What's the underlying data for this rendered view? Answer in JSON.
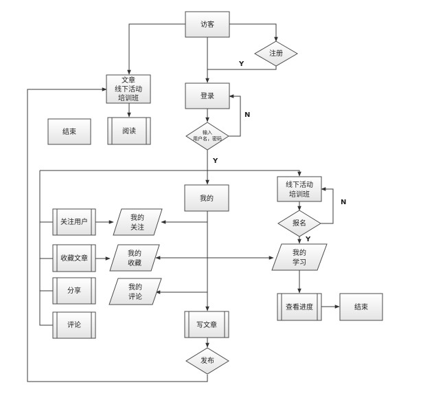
{
  "nodes": {
    "visitor": "访客",
    "register": "注册",
    "login": "登录",
    "input_line1": "输入",
    "input_line2": "用户名，密码",
    "article_line1": "文章",
    "article_line2": "线下活动",
    "article_line3": "培训班",
    "read": "阅读",
    "end_left": "结束",
    "mine": "我的",
    "offline_line1": "线下活动",
    "offline_line2": "培训班",
    "signup": "报名",
    "my_study_line1": "我的",
    "my_study_line2": "学习",
    "check_progress": "查看进度",
    "end_right": "结束",
    "follow_user": "关注用户",
    "my_follow_line1": "我的",
    "my_follow_line2": "关注",
    "collect_article": "收藏文章",
    "my_collect_line1": "我的",
    "my_collect_line2": "收藏",
    "share": "分享",
    "my_comment_line1": "我的",
    "my_comment_line2": "评论",
    "comment": "评论",
    "write_article": "写文章",
    "publish": "发布"
  },
  "edge_labels": {
    "register_y": "Y",
    "login_n": "N",
    "login_y": "Y",
    "signup_n": "N",
    "signup_y": "Y"
  }
}
